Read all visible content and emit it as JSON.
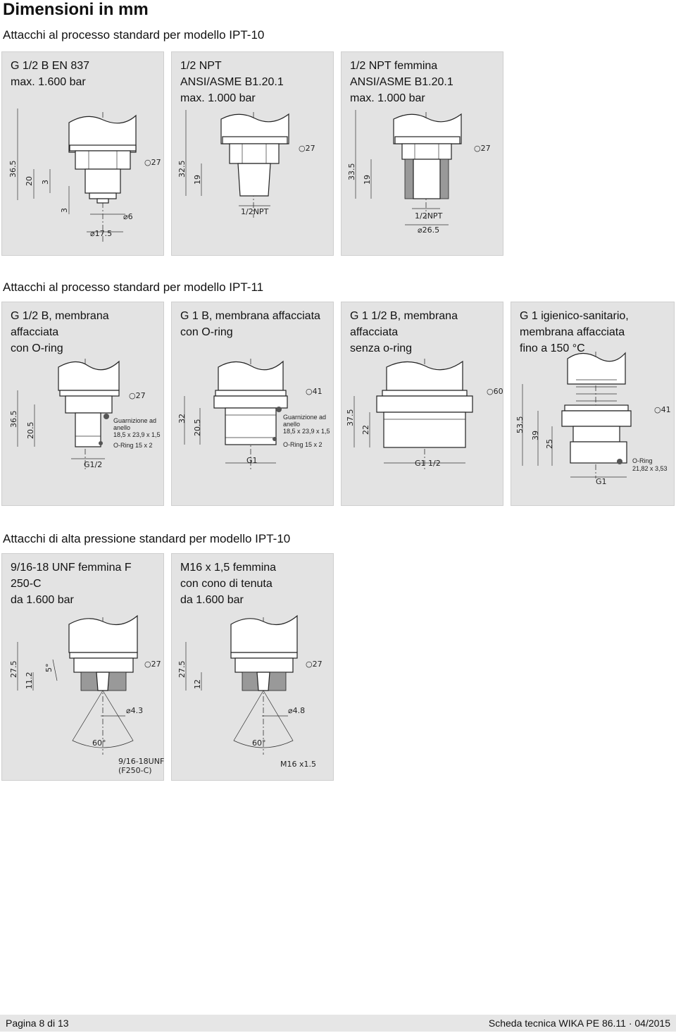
{
  "page_title": "Dimensioni in mm",
  "sections": [
    {
      "title": "Attacchi al processo standard per modello IPT-10",
      "panels": [
        {
          "title": "G 1/2 B EN 837\nmax. 1.600 bar",
          "dims": {
            "a": "36.5",
            "b": "20",
            "c": "3",
            "d": "3",
            "e": "27",
            "f": "6",
            "g": "17.5"
          }
        },
        {
          "title": "1/2 NPT\nANSI/ASME B1.20.1\nmax. 1.000 bar",
          "dims": {
            "a": "32.5",
            "b": "19",
            "e": "27",
            "t": "1/2NPT"
          }
        },
        {
          "title": "1/2 NPT femmina\nANSI/ASME B1.20.1\nmax. 1.000 bar",
          "dims": {
            "a": "33.5",
            "b": "19",
            "e": "27",
            "t": "1/2NPT",
            "g": "26.5"
          }
        }
      ]
    },
    {
      "title": "Attacchi al processo standard per modello IPT-11",
      "panels": [
        {
          "title": "G 1/2 B, membrana\naffacciata\ncon O-ring",
          "dims": {
            "a": "36.5",
            "b": "20.5",
            "e": "27",
            "t": "G1/2"
          },
          "notes": [
            "Guarnizione ad",
            "anello",
            "18,5 x 23,9 x 1,5",
            "O-Ring 15 x 2"
          ]
        },
        {
          "title": "G 1 B, membrana affacciata\ncon O-ring",
          "dims": {
            "a": "32",
            "b": "20.5",
            "e": "41",
            "t": "G1"
          },
          "notes": [
            "Guarnizione ad",
            "anello",
            "18,5 x 23,9 x 1,5",
            "O-Ring 15 x 2"
          ]
        },
        {
          "title": "G 1 1/2 B, membrana\naffacciata\nsenza o-ring",
          "dims": {
            "a": "37.5",
            "b": "22",
            "e": "60",
            "t": "G1 1/2"
          }
        },
        {
          "title": "G 1 igienico-sanitario,\nmembrana affacciata\nfino a 150 °C",
          "dims": {
            "a": "53.5",
            "b": "39",
            "c": "25",
            "e": "41",
            "t": "G1"
          },
          "notes": [
            "O-Ring",
            "21,82 x 3,53"
          ]
        }
      ]
    },
    {
      "title": "Attacchi di alta pressione standard per modello IPT-10",
      "panels": [
        {
          "title": "9/16-18 UNF femmina F\n250-C\nda 1.600 bar",
          "dims": {
            "a": "27.5",
            "b": "11.2",
            "ang": "5°",
            "e": "27",
            "g": "4.3",
            "cone": "60°",
            "t1": "9/16-18UNF",
            "t2": "(F250-C)"
          }
        },
        {
          "title": "M16 x 1,5 femmina\ncon cono di tenuta\nda 1.600 bar",
          "dims": {
            "a": "27.5",
            "b": "12",
            "e": "27",
            "g": "4.8",
            "cone": "60°",
            "t1": "M16 x1.5"
          }
        }
      ]
    }
  ],
  "symbols": {
    "diameter": "⌀",
    "hex": "○"
  },
  "footer": {
    "left": "Pagina 8 di 13",
    "right": "Scheda tecnica WIKA PE 86.11 · 04/2015"
  }
}
